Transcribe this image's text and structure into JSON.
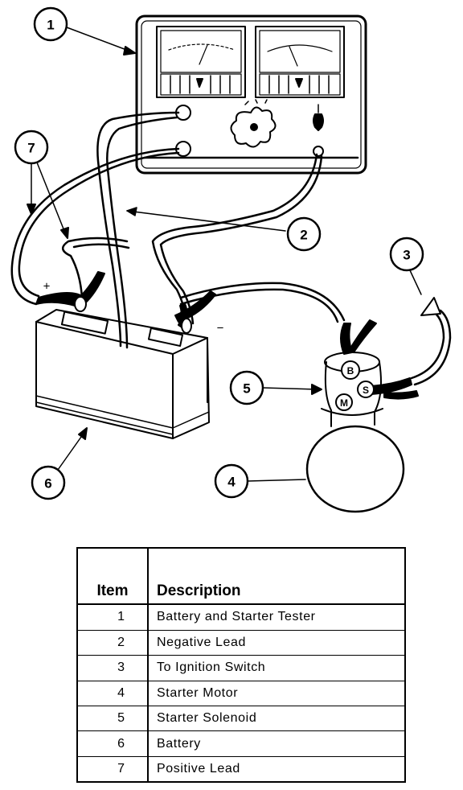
{
  "callouts": [
    "1",
    "2",
    "3",
    "4",
    "5",
    "6",
    "7"
  ],
  "battery_labels": {
    "positive": "+",
    "negative": "−"
  },
  "solenoid_terminals": {
    "b": "B",
    "s": "S",
    "m": "M"
  },
  "legend": {
    "header_item": "Item",
    "header_description": "Description",
    "rows": [
      {
        "item": "1",
        "description": "Battery and Starter Tester"
      },
      {
        "item": "2",
        "description": "Negative Lead"
      },
      {
        "item": "3",
        "description": "To Ignition Switch"
      },
      {
        "item": "4",
        "description": "Starter Motor"
      },
      {
        "item": "5",
        "description": "Starter Solenoid"
      },
      {
        "item": "6",
        "description": "Battery"
      },
      {
        "item": "7",
        "description": "Positive Lead"
      }
    ]
  }
}
